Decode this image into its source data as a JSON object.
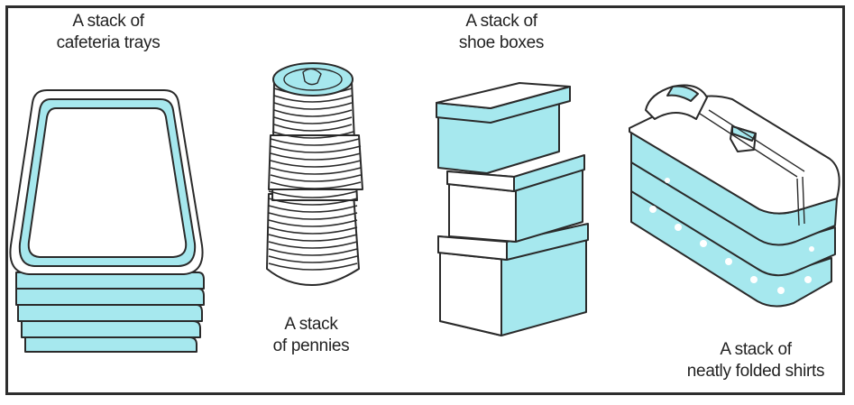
{
  "labels": {
    "trays": [
      "A stack of",
      "cafeteria trays"
    ],
    "pennies": [
      "A stack",
      "of pennies"
    ],
    "boxes": [
      "A stack of",
      "shoe boxes"
    ],
    "shirts": [
      "A stack of",
      "neatly folded shirts"
    ]
  },
  "colors": {
    "fill": "#a6e8ee",
    "stroke": "#2a2a2a",
    "background": "#ffffff"
  }
}
